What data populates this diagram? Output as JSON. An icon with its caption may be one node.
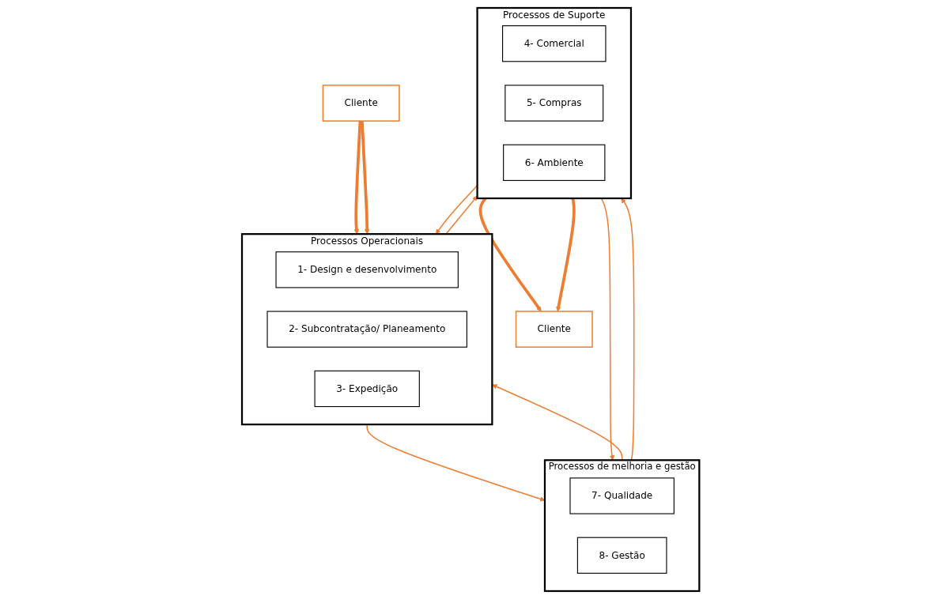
{
  "diagram": {
    "nodes": [
      {
        "text": [
          "Cliente"
        ]
      },
      {
        "text": [
          "Processos de melhoria e gestão"
        ]
      },
      {
        "text": [
          "7- Qualidade"
        ],
        "in": 1
      },
      {
        "text": [
          "8- Gestão"
        ],
        "in": 1
      },
      {
        "text": [
          "Processos Operacionais"
        ]
      },
      {
        "text": [
          "1- Design e desenvolvimento"
        ],
        "in": 4
      },
      {
        "text": [
          "2- Subcontratação/ Planeamento"
        ],
        "in": 4
      },
      {
        "text": [
          "3- Expedição"
        ],
        "in": 4
      },
      {
        "text": [
          "Processos de Suporte"
        ]
      },
      {
        "text": [
          "4- Comercial"
        ],
        "in": 8
      },
      {
        "text": [
          "5- Compras"
        ],
        "in": 8
      },
      {
        "text": [
          "6- Ambiente"
        ],
        "in": 8
      },
      {
        "text": [
          "Cliente"
        ]
      }
    ],
    "edges": [
      {
        "from": 0,
        "to": 4,
        "arrow": "to",
        "style": "thick"
      },
      {
        "from": 0,
        "to": 4,
        "arrow": "to",
        "style": "thick"
      },
      {
        "from": 1,
        "to": 4,
        "arrow": "to"
      },
      {
        "from": 4,
        "to": 1,
        "arrow": "to"
      },
      {
        "from": 8,
        "to": 4,
        "arrow": "to"
      },
      {
        "from": 4,
        "to": 8,
        "arrow": "to"
      },
      {
        "from": 8,
        "to": 1,
        "arrow": "to"
      },
      {
        "from": 1,
        "to": 8,
        "arrow": "to"
      },
      {
        "from": 8,
        "to": 12,
        "arrow": "to",
        "style": "thick"
      },
      {
        "from": 8,
        "to": 12,
        "arrow": "to",
        "style": "thick"
      }
    ]
  }
}
